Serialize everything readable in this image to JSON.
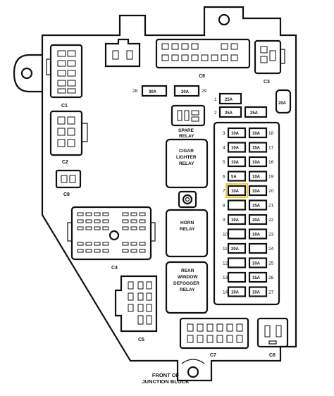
{
  "caption": {
    "line1": "FRONT OF",
    "line2": "JUNCTION BLOCK"
  },
  "connectors": {
    "c1": "C1",
    "c2": "C2",
    "c3": "C3",
    "c4": "C4",
    "c5": "C5",
    "c6": "C6",
    "c7": "C7",
    "c8": "C8",
    "c9": "C9"
  },
  "relays": {
    "spare": [
      "SPARE",
      "RELAY"
    ],
    "cigar": [
      "CIGAR",
      "LIGHTER",
      "RELAY"
    ],
    "horn": [
      "HORN",
      "RELAY"
    ],
    "defogger": [
      "REAR",
      "WINDOW",
      "DEFOGGER",
      "RELAY"
    ]
  },
  "top_fuses": [
    {
      "num": "28",
      "rating": "30A"
    },
    {
      "num": "29",
      "rating": "30A"
    },
    {
      "num": "1",
      "rating": "25A"
    },
    {
      "num": "2",
      "rating": "25A"
    },
    {
      "num": "",
      "rating": "25A"
    },
    {
      "num": "",
      "rating": "20A"
    }
  ],
  "fuse_rows": [
    {
      "left_num": "3",
      "left_rating": "10A",
      "right_rating": "10A",
      "right_num": "18"
    },
    {
      "left_num": "4",
      "left_rating": "10A",
      "right_rating": "15A",
      "right_num": "17"
    },
    {
      "left_num": "5",
      "left_rating": "10A",
      "right_rating": "10A",
      "right_num": "16"
    },
    {
      "left_num": "6",
      "left_rating": "5A",
      "right_rating": "10A",
      "right_num": "19"
    },
    {
      "left_num": "7",
      "left_rating": "10A",
      "right_rating": "10A",
      "right_num": "20",
      "highlight": true
    },
    {
      "left_num": "8",
      "left_rating": "",
      "right_rating": "15A",
      "right_num": "21"
    },
    {
      "left_num": "9",
      "left_rating": "10A",
      "right_rating": "20A",
      "right_num": "22"
    },
    {
      "left_num": "10",
      "left_rating": "",
      "right_rating": "10A",
      "right_num": "23"
    },
    {
      "left_num": "11",
      "left_rating": "20A",
      "right_rating": "",
      "right_num": "24"
    },
    {
      "left_num": "12",
      "left_rating": "",
      "right_rating": "10A",
      "right_num": "25"
    },
    {
      "left_num": "13",
      "left_rating": "",
      "right_rating": "15A",
      "right_num": "26"
    },
    {
      "left_num": "14",
      "left_rating": "10A",
      "right_rating": "10A",
      "right_num": "27"
    }
  ],
  "colors": {
    "highlight": "#e8c200",
    "ink": "#111111",
    "paper": "#ffffff"
  }
}
